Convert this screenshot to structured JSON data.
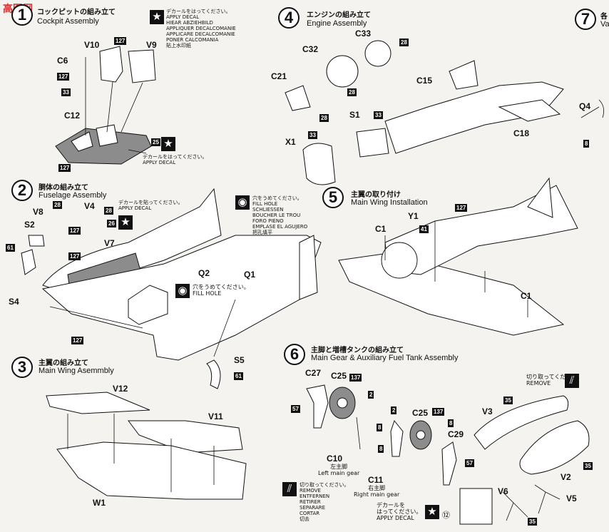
{
  "watermark": "高图网",
  "steps": [
    {
      "num": "1",
      "jp": "コックピットの組み立て",
      "en": "Cockpit Assembly"
    },
    {
      "num": "2",
      "jp": "胴体の組み立て",
      "en": "Fuselage Assembly"
    },
    {
      "num": "3",
      "jp": "主翼の組み立て",
      "en": "Main Wing Asemmbly"
    },
    {
      "num": "4",
      "jp": "エンジンの組み立て",
      "en": "Engine Assembly"
    },
    {
      "num": "5",
      "jp": "主翼の取り付け",
      "en": "Main Wing Installation"
    },
    {
      "num": "6",
      "jp": "主脚と増槽タンクの組み立て",
      "en": "Main Gear & Auxiliary Fuel Tank Assembly"
    },
    {
      "num": "7",
      "jp": "各",
      "en": "Va"
    }
  ],
  "decal_notes": {
    "multi": [
      "デカールをはってください。",
      "APPLY DECAL",
      "HIEAR ABZIEHBILD",
      "APPLIQUER DECALCOMANIE",
      "APPLICARE DECALCOMANIE",
      "PONER CALCOMANIA",
      "貼上水印紙"
    ],
    "step1": [
      "デカールをはってください。",
      "APPLY DECAL"
    ],
    "step2": [
      "デカールを貼ってください。",
      "APPLY DECAL"
    ],
    "step6": [
      "デカールを",
      "はってください。",
      "APPLY DECAL"
    ]
  },
  "fill_hole": [
    "穴をうめてください。",
    "FILL HOLE",
    "SCHLIESSEN",
    "BOUCHER LE TROU",
    "FORO PIENO",
    "EMPLASE EL AGUJERO",
    "把孔填平"
  ],
  "fill_hole_short": [
    "穴をうめてください。",
    "FILL HOLE"
  ],
  "remove": [
    "切り取ってください。",
    "REMOVE",
    "ENTFERNEN",
    "RETIRER",
    "SEPARARE",
    "CORTAR",
    "切去"
  ],
  "remove_short": [
    "切り取ってください。",
    "REMOVE"
  ],
  "gear_labels": {
    "left_jp": "左主脚",
    "left_en": "Left main gear",
    "right_jp": "右主脚",
    "right_en": "Right main gear"
  },
  "parts": {
    "s1": [
      "C6",
      "V10",
      "V9",
      "C12"
    ],
    "s2": [
      "V8",
      "V4",
      "S2",
      "V7",
      "S4",
      "Q2",
      "Q1",
      "S5"
    ],
    "s3": [
      "V12",
      "V11",
      "W1"
    ],
    "s4": [
      "C33",
      "C32",
      "C21",
      "C15",
      "S1",
      "X1",
      "C18"
    ],
    "s5": [
      "Y1",
      "C1",
      "C1"
    ],
    "s6": [
      "C27",
      "C25",
      "C10",
      "C25",
      "C29",
      "C11",
      "V3",
      "V2",
      "V6",
      "V5"
    ],
    "s7": [
      "Q4"
    ]
  },
  "numbers": {
    "n127": "127",
    "n33": "33",
    "n25": "25",
    "n28": "28",
    "n26": "26",
    "n61": "61",
    "n137": "137",
    "n2": "2",
    "n8": "8",
    "n57": "57",
    "n35": "35",
    "n41": "41",
    "n12": "⑫"
  }
}
